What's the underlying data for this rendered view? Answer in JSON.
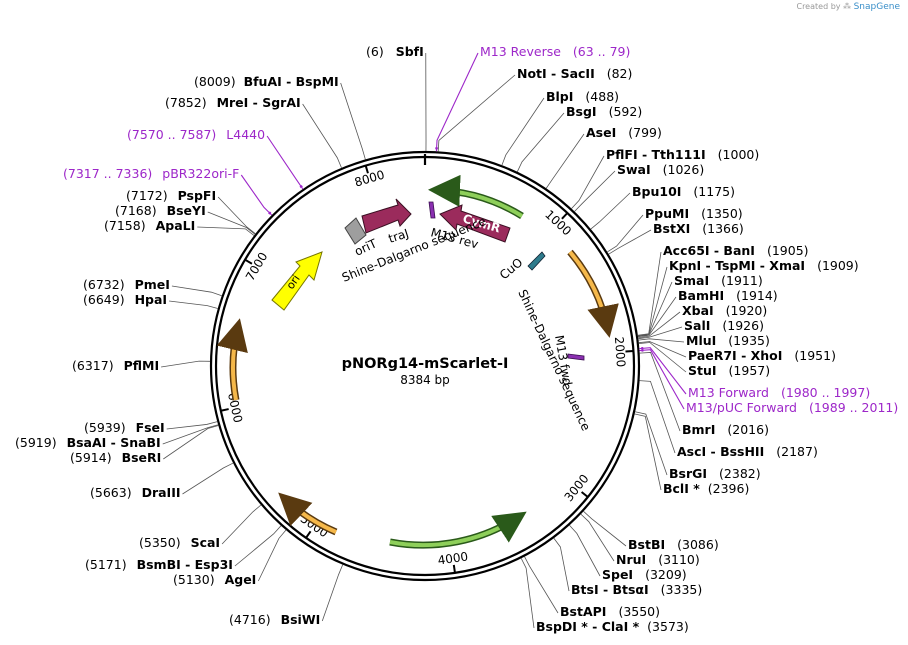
{
  "watermark": {
    "prefix": "Created by",
    "brand": "SnapGene"
  },
  "plasmid": {
    "name": "pNORg14-mScarlet-I",
    "length": 8384,
    "length_label": "8384 bp"
  },
  "ticks": [
    {
      "bp": 1000,
      "label": "1000"
    },
    {
      "bp": 2000,
      "label": "2000"
    },
    {
      "bp": 3000,
      "label": "3000"
    },
    {
      "bp": 4000,
      "label": "4000"
    },
    {
      "bp": 5000,
      "label": "5000"
    },
    {
      "bp": 6000,
      "label": "6000"
    },
    {
      "bp": 7000,
      "label": "7000"
    },
    {
      "bp": 8000,
      "label": "8000"
    }
  ],
  "enzymes": [
    {
      "pos": "(6)",
      "name": "SbfI",
      "label_at": "left",
      "bp": 6
    },
    {
      "pos": "(8009)",
      "name": "BfuAI  -  BspMI",
      "label_at": "left",
      "bp": 8009
    },
    {
      "pos": "(7852)",
      "name": "MreI  -  SgrAI",
      "label_at": "left",
      "bp": 7852
    },
    {
      "pos": "(82)",
      "name": "NotI  -  SacII",
      "label_at": "right",
      "bp": 82
    },
    {
      "pos": "(488)",
      "name": "BlpI",
      "label_at": "right",
      "bp": 488
    },
    {
      "pos": "(592)",
      "name": "BsgI",
      "label_at": "right",
      "bp": 592
    },
    {
      "pos": "(799)",
      "name": "AseI",
      "label_at": "right",
      "bp": 799
    },
    {
      "pos": "(1000)",
      "name": "PflFI  -  Tth111I",
      "label_at": "right",
      "bp": 1000
    },
    {
      "pos": "(1026)",
      "name": "SwaI",
      "label_at": "right",
      "bp": 1026
    },
    {
      "pos": "(1175)",
      "name": "Bpu10I",
      "label_at": "right",
      "bp": 1175
    },
    {
      "pos": "(1350)",
      "name": "PpuMI",
      "label_at": "right",
      "bp": 1350
    },
    {
      "pos": "(1366)",
      "name": "BstXI",
      "label_at": "right",
      "bp": 1366
    },
    {
      "pos": "(1905)",
      "name": "Acc65I  -  BanI",
      "label_at": "right",
      "bp": 1905
    },
    {
      "pos": "(1909)",
      "name": "KpnI  -  TspMI  -  XmaI",
      "label_at": "right",
      "bp": 1909
    },
    {
      "pos": "(1911)",
      "name": "SmaI",
      "label_at": "right",
      "bp": 1911
    },
    {
      "pos": "(1914)",
      "name": "BamHI",
      "label_at": "right",
      "bp": 1914
    },
    {
      "pos": "(1920)",
      "name": "XbaI",
      "label_at": "right",
      "bp": 1920
    },
    {
      "pos": "(1926)",
      "name": "SalI",
      "label_at": "right",
      "bp": 1926
    },
    {
      "pos": "(1935)",
      "name": "MluI",
      "label_at": "right",
      "bp": 1935
    },
    {
      "pos": "(1951)",
      "name": "PaeR7I  -  XhoI",
      "label_at": "right",
      "bp": 1951
    },
    {
      "pos": "(1957)",
      "name": "StuI",
      "label_at": "right",
      "bp": 1957
    },
    {
      "pos": "(2016)",
      "name": "BmrI",
      "label_at": "right",
      "bp": 2016
    },
    {
      "pos": "(2187)",
      "name": "AscI  -  BssHII",
      "label_at": "right",
      "bp": 2187
    },
    {
      "pos": "(2382)",
      "name": "BsrGI",
      "label_at": "right",
      "bp": 2382
    },
    {
      "pos": "(2396)",
      "name": "BclI *",
      "label_at": "right",
      "bp": 2396
    },
    {
      "pos": "(3086)",
      "name": "BstBI",
      "label_at": "right",
      "bp": 3086
    },
    {
      "pos": "(3110)",
      "name": "NruI",
      "label_at": "right",
      "bp": 3110
    },
    {
      "pos": "(3209)",
      "name": "SpeI",
      "label_at": "right",
      "bp": 3209
    },
    {
      "pos": "(3335)",
      "name": "BtsI  -  BtsαI",
      "label_at": "right",
      "bp": 3335
    },
    {
      "pos": "(3550)",
      "name": "BstAPI",
      "label_at": "right",
      "bp": 3550
    },
    {
      "pos": "(3573)",
      "name": "BspDI *  -  ClaI *",
      "label_at": "right",
      "bp": 3573
    },
    {
      "pos": "(7172)",
      "name": "PspFI",
      "label_at": "left",
      "bp": 7172
    },
    {
      "pos": "(7168)",
      "name": "BseYI",
      "label_at": "left",
      "bp": 7168
    },
    {
      "pos": "(7158)",
      "name": "ApaLI",
      "label_at": "left",
      "bp": 7158
    },
    {
      "pos": "(6732)",
      "name": "PmeI",
      "label_at": "left",
      "bp": 6732
    },
    {
      "pos": "(6649)",
      "name": "HpaI",
      "label_at": "left",
      "bp": 6649
    },
    {
      "pos": "(6317)",
      "name": "PflMI",
      "label_at": "left",
      "bp": 6317
    },
    {
      "pos": "(5939)",
      "name": "FseI",
      "label_at": "left",
      "bp": 5939
    },
    {
      "pos": "(5919)",
      "name": "BsaAI  -  SnaBI",
      "label_at": "left",
      "bp": 5919
    },
    {
      "pos": "(5914)",
      "name": "BseRI",
      "label_at": "left",
      "bp": 5914
    },
    {
      "pos": "(5663)",
      "name": "DraIII",
      "label_at": "left",
      "bp": 5663
    },
    {
      "pos": "(5350)",
      "name": "ScaI",
      "label_at": "left",
      "bp": 5350
    },
    {
      "pos": "(5171)",
      "name": "BsmBI  -  Esp3I",
      "label_at": "left",
      "bp": 5171
    },
    {
      "pos": "(5130)",
      "name": "AgeI",
      "label_at": "left",
      "bp": 5130
    },
    {
      "pos": "(4716)",
      "name": "BsiWI",
      "label_at": "left",
      "bp": 4716
    }
  ],
  "primers": [
    {
      "name": "M13 Reverse",
      "range": "(63 .. 79)",
      "label_at": "right",
      "bp": 71
    },
    {
      "name": "L4440",
      "range": "(7570 .. 7587)",
      "label_at": "left",
      "bp": 7578
    },
    {
      "name": "pBR322ori-F",
      "range": "(7317 .. 7336)",
      "label_at": "left",
      "bp": 7326
    },
    {
      "name": "M13 Forward",
      "range": "(1980 .. 1997)",
      "label_at": "right",
      "bp": 1988
    },
    {
      "name": "M13/pUC Forward",
      "range": "(1989 .. 2011)",
      "label_at": "right",
      "bp": 2000
    }
  ],
  "features": {
    "oriT": "oriT",
    "traJ": "traJ",
    "CymR": "CymR",
    "m13rev": "M13 rev",
    "shine_top": "Shine-Dalgarno sequence",
    "CuO": "CuO",
    "shine_right": "Shine-Dalgarno sequence",
    "m13fwd": "M13 fwd",
    "ori": "ori"
  },
  "colors": {
    "maroon": "#9b2b5c",
    "yellow": "#ffff00",
    "orange": "#f0a030",
    "green": "#7ac142",
    "gray": "#9e9e9e",
    "teal": "#2e7b8c",
    "purple": "#9d27c9",
    "primer_text": "#9d27c9"
  }
}
